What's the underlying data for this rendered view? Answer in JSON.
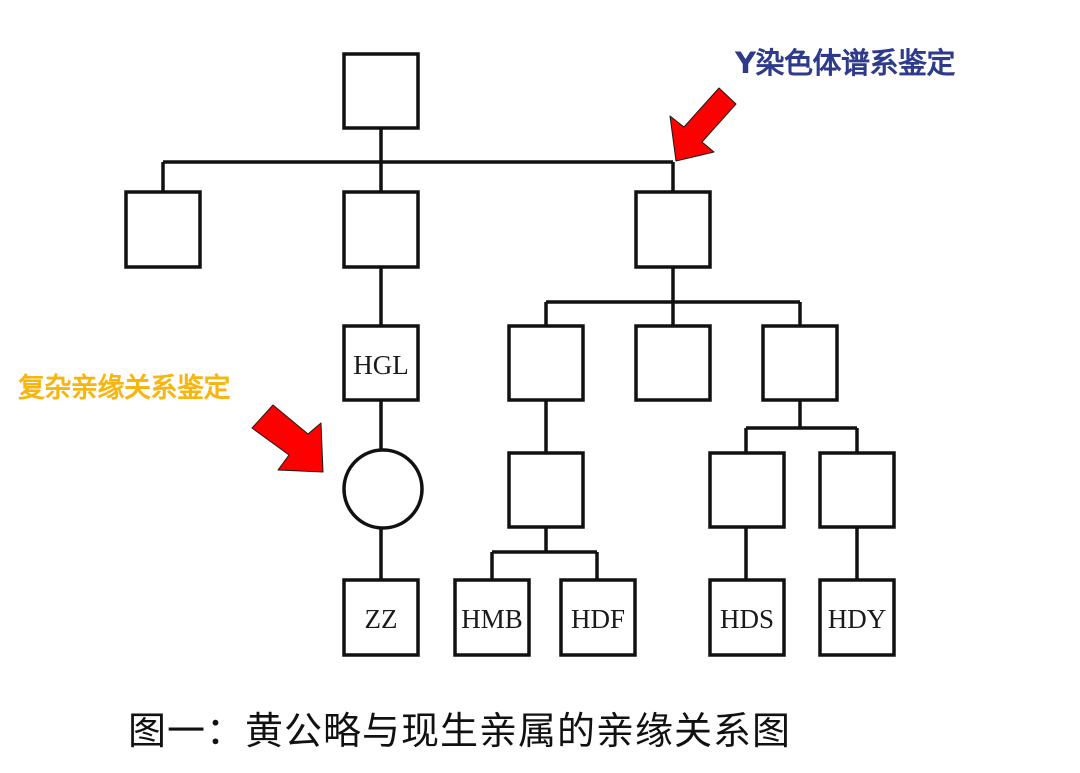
{
  "annotations": {
    "y_chromosome": "Y染色体谱系鉴定",
    "complex_kinship": "复杂亲缘关系鉴定"
  },
  "colors": {
    "y_chromosome_text": "#2e3a8c",
    "complex_kinship_text": "#f7b511",
    "arrow_fill": "#ff0000"
  },
  "nodes": {
    "hgl": "HGL",
    "zz": "ZZ",
    "hmb": "HMB",
    "hdf": "HDF",
    "hds": "HDS",
    "hdy": "HDY"
  },
  "caption": "图一：黄公略与现生亲属的亲缘关系图"
}
